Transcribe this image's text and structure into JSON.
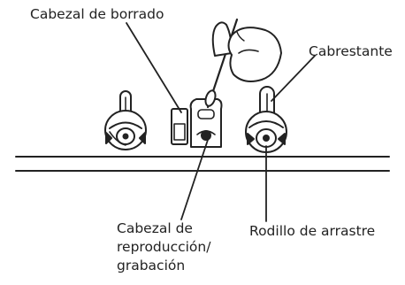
{
  "labels": {
    "erase_head": "Cabezal de borrado",
    "capstan": "Cabrestante",
    "playback_record_head": [
      "Cabezal de",
      "reproducción/",
      "grabación"
    ],
    "pinch_roller": "Rodillo de arrastre"
  },
  "colors": {
    "line": "#222222",
    "background": "#ffffff"
  },
  "icons": {
    "hand": "hand-with-cotton-swab-icon"
  }
}
